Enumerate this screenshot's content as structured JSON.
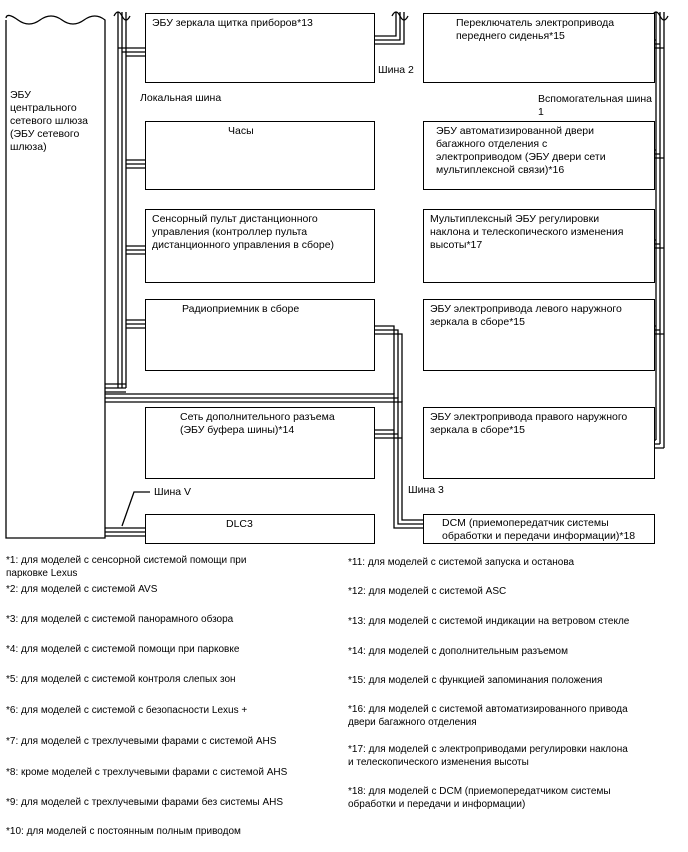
{
  "gateway": {
    "label": "ЭБУ\nцентрального\nсетевого шлюза\n(ЭБУ сетевого\nшлюза)"
  },
  "buses": {
    "local": "Локальная шина",
    "bus2": "Шина 2",
    "aux1": "Вспомогательная шина\n1",
    "bus3": "Шина 3",
    "busv": "Шина V"
  },
  "boxes": {
    "mirror_ecu": "ЭБУ зеркала щитка приборов*13",
    "clock": "Часы",
    "touch_remote": "Сенсорный пульт дистанционного\nуправления (контроллер пульта\nдистанционного управления в сборе)",
    "radio": "Радиоприемник в сборе",
    "extra_conn": "Сеть дополнительного разъема\n(ЭБУ буфера шины)*14",
    "dlc3": "DLC3",
    "front_seat": "Переключатель электропривода\nпереднего сиденья*15",
    "trunk_door": "ЭБУ автоматизированной двери\nбагажного отделения с\nэлектроприводом (ЭБУ двери сети\nмультиплексной связи)*16",
    "tilt_tele": "Мультиплексный ЭБУ регулировки\nнаклона и телескопического изменения\nвысоты*17",
    "left_mirror": "ЭБУ электропривода левого наружного\nзеркала в сборе*15",
    "right_mirror": "ЭБУ электропривода правого наружного\nзеркала в сборе*15",
    "dcm": "DCM (приемопередатчик системы\nобработки и передачи информации)*18"
  },
  "footnotes": {
    "n1": "*1: для моделей с сенсорной системой помощи при\nпарковке Lexus",
    "n2": "*2: для моделей с системой AVS",
    "n3": "*3: для моделей с системой панорамного обзора",
    "n4": "*4: для моделей с системой помощи при парковке",
    "n5": "*5: для моделей с системой контроля слепых зон",
    "n6": "*6: для моделей с системой с безопасности Lexus +",
    "n7": "*7: для моделей с трехлучевыми фарами с системой AHS",
    "n8": "*8: кроме моделей с трехлучевыми фарами с системой AHS",
    "n9": "*9: для моделей с трехлучевыми фарами без системы AHS",
    "n10": "*10: для моделей с постоянным полным приводом",
    "n11": "*11: для моделей с системой запуска и останова",
    "n12": "*12: для моделей с системой ASC",
    "n13": "*13: для моделей с системой индикации на ветровом стекле",
    "n14": "*14: для моделей с дополнительным разъемом",
    "n15": "*15: для моделей с функцией запоминания положения",
    "n16": "*16: для моделей с системой автоматизированного привода\nдвери багажного отделения",
    "n17": "*17: для моделей с электроприводами регулировки наклона\nи телескопического изменения высоты",
    "n18": "*18: для моделей с DCM (приемопередатчиком системы\nобработки и передачи и информации)"
  }
}
